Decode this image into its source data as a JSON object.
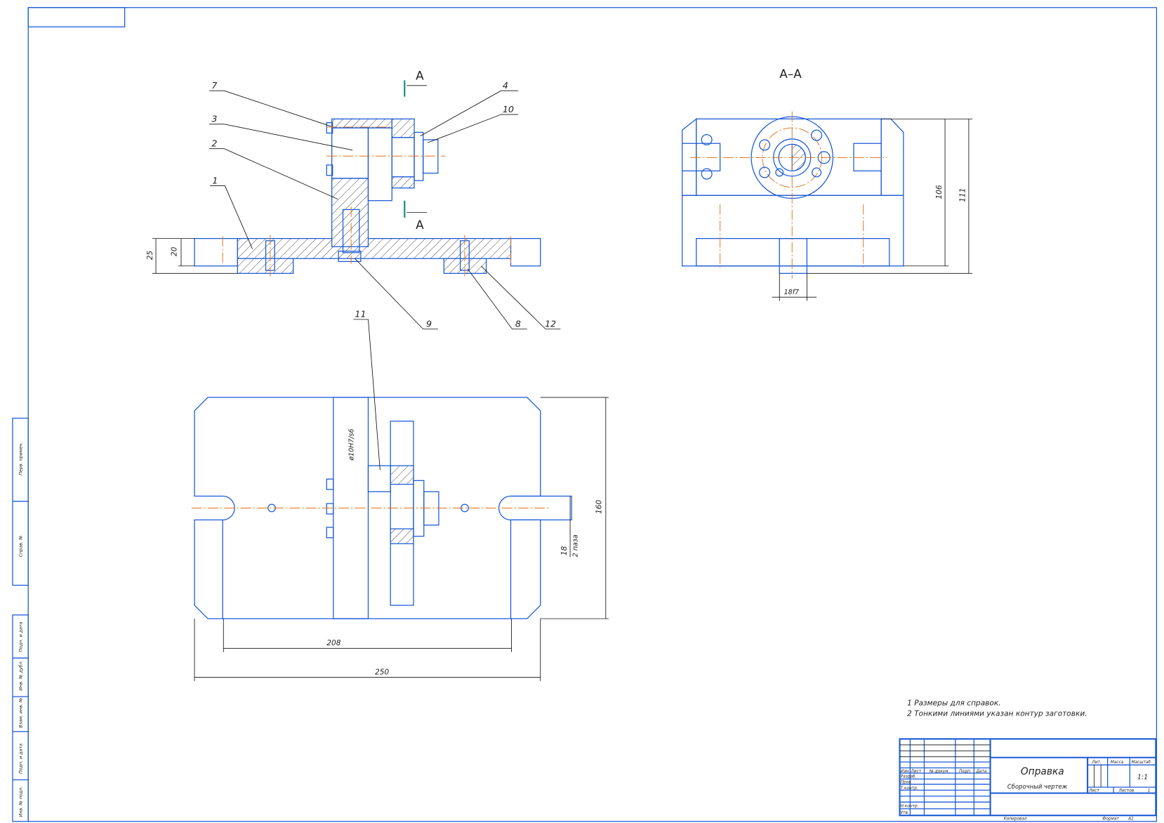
{
  "colors": {
    "outline": "#1a5ad8",
    "centerline": "#e0701c",
    "dimension": "#111111"
  },
  "front_view": {
    "section_label_top": "А",
    "section_label_bottom": "А",
    "callouts": [
      "7",
      "3",
      "2",
      "1",
      "4",
      "10",
      "9",
      "8",
      "12"
    ],
    "dims": {
      "h25": "25",
      "h20": "20"
    }
  },
  "section_view": {
    "title": "А–А",
    "dims": {
      "d106": "106",
      "d111": "111",
      "d18f7": "18f7"
    }
  },
  "plan_view": {
    "callout": "11",
    "dims": {
      "fit": "ø10H7/s6",
      "d160": "160",
      "d18": "18",
      "slots": "2 паза",
      "d208": "208",
      "d250": "250"
    }
  },
  "notes": [
    "1 Размеры для справок.",
    "2  Тонкими линиями указан контур заготовки."
  ],
  "side_stamps": [
    "Перв. примен.",
    "Справ. №",
    "Подп. и дата",
    "Инв. № дубл.",
    "Взам. инв. №",
    "Подп. и дата",
    "Инв. № подл."
  ],
  "title_block": {
    "headers": [
      "Изм.",
      "Лист",
      "№ докум.",
      "Подп.",
      "Дата"
    ],
    "roles": [
      "Разраб.",
      "Пров.",
      "Т.контр.",
      "",
      "Н.контр.",
      "Утв."
    ],
    "name": "Оправка",
    "doc_type": "Сборочный чертеж",
    "lit": "Лит.",
    "mass": "Масса",
    "scale_label": "Масштаб",
    "scale": "1:1",
    "sheet": "Лист",
    "sheets_label": "Листов",
    "sheets": "1",
    "copied": "Копировал",
    "format_label": "Формат",
    "format": "A1"
  }
}
